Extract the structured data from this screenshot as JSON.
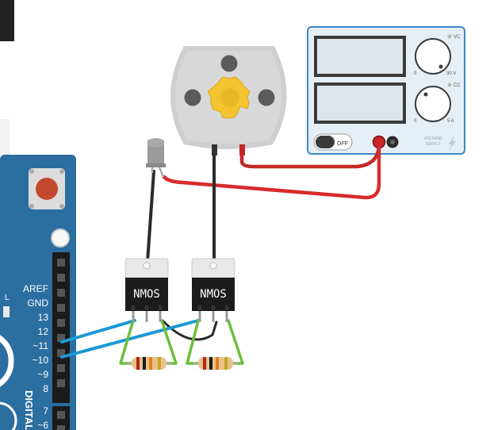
{
  "arduino": {
    "pins": [
      {
        "label": "AREF"
      },
      {
        "label": "GND"
      },
      {
        "label": "13"
      },
      {
        "label": "12"
      },
      {
        "label": "~11"
      },
      {
        "label": "~10"
      },
      {
        "label": "~9"
      },
      {
        "label": "8"
      },
      {
        "label": "7"
      },
      {
        "label": "~6"
      }
    ],
    "side_label": "L",
    "digital_label": "DIGITAL"
  },
  "transistors": [
    {
      "label": "NMOS",
      "pins": [
        "G",
        "D",
        "S"
      ]
    },
    {
      "label": "NMOS",
      "pins": [
        "G",
        "D",
        "S"
      ]
    }
  ],
  "power_supply": {
    "knob1_min": "0",
    "knob1_max": "30 V",
    "knob2_min": "0",
    "knob2_max": "5 A",
    "indicator1": "VC",
    "indicator2": "CC",
    "switch_label": "OFF",
    "brand_line1": "VOLTAGE",
    "brand_line2": "SUPPLY"
  },
  "colors": {
    "arduino_board": "#2b6ea0",
    "wire_red": "#d92b2b",
    "wire_blue": "#1c98d6",
    "wire_black": "#2a2a2a",
    "wire_green": "#6bbf3b",
    "gear": "#f4c430",
    "nmos_body": "#1c1c1c"
  }
}
